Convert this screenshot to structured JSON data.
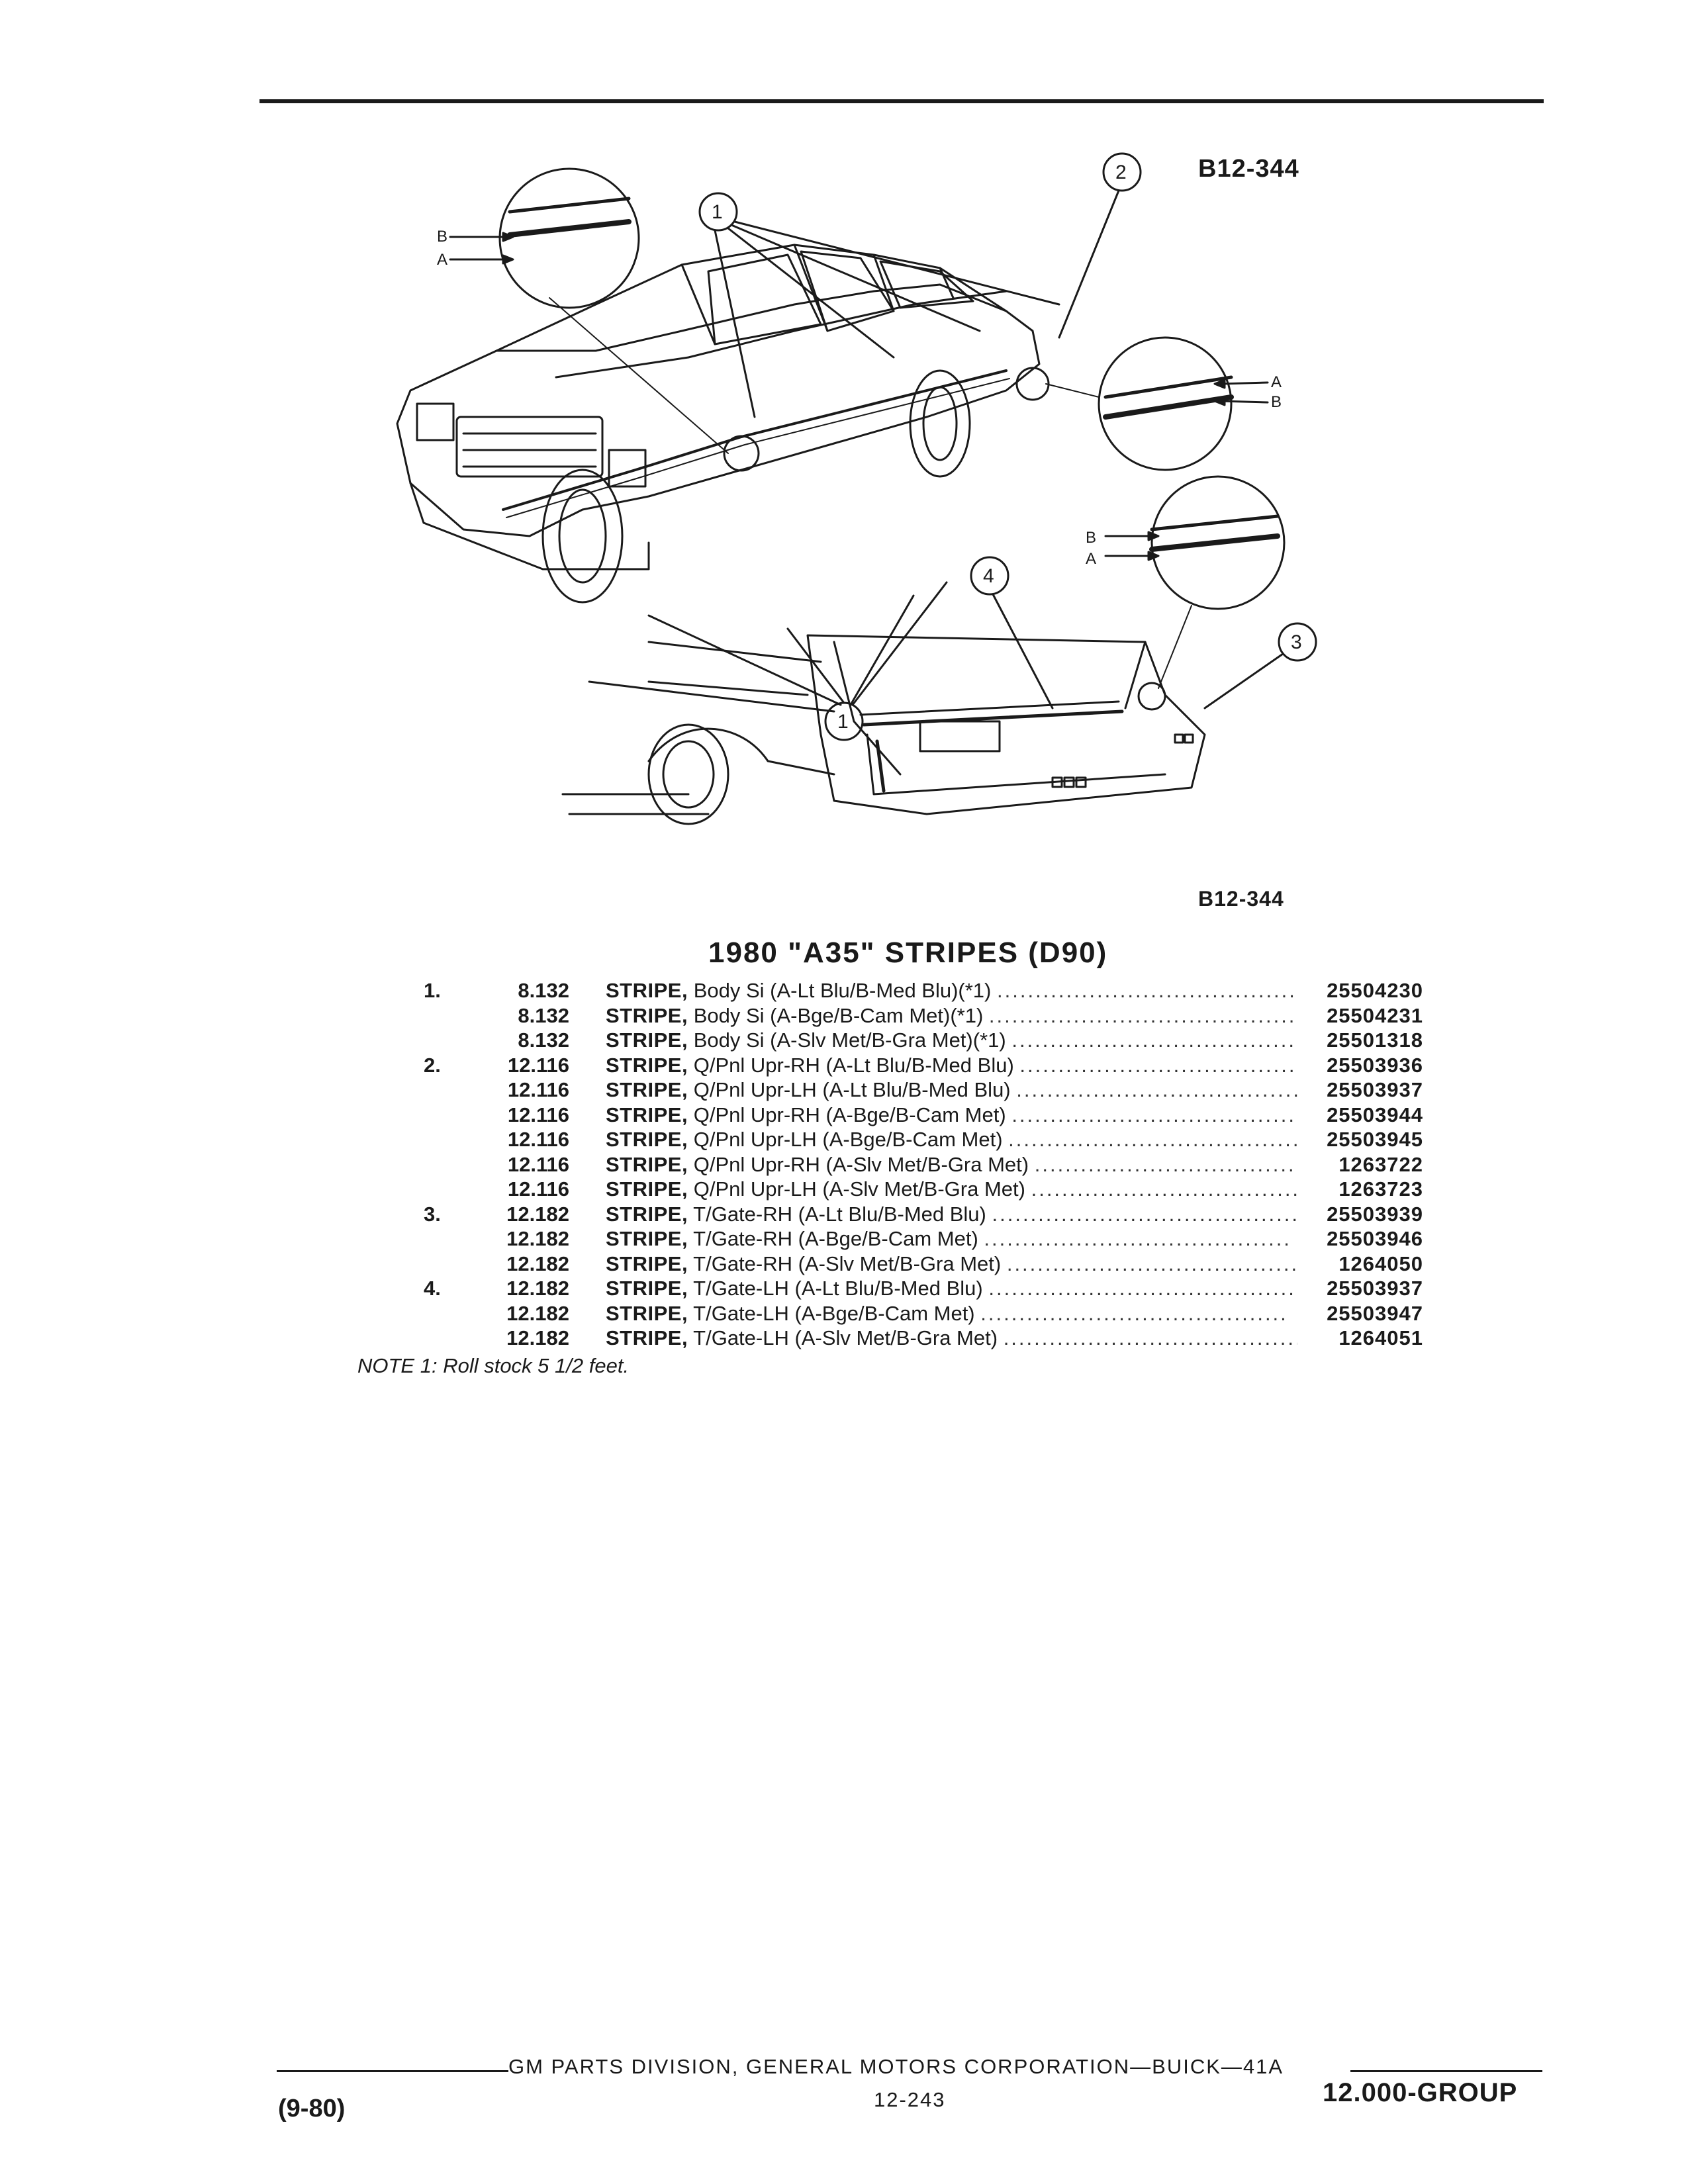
{
  "figure": {
    "code_top": "B12-344",
    "code_bottom": "B12-344",
    "callouts": [
      "1",
      "2",
      "3",
      "4"
    ],
    "detail_letters": [
      "A",
      "B"
    ]
  },
  "section_title": "1980 \"A35\" STRIPES (D90)",
  "parts": [
    {
      "item": "1.",
      "group": "8.132",
      "name": "STRIPE,",
      "description": "Body Si (A-Lt Blu/B-Med Blu)(*1)",
      "part_no": "25504230"
    },
    {
      "item": "",
      "group": "8.132",
      "name": "STRIPE,",
      "description": "Body Si (A-Bge/B-Cam Met)(*1)",
      "part_no": "25504231"
    },
    {
      "item": "",
      "group": "8.132",
      "name": "STRIPE,",
      "description": "Body Si (A-Slv Met/B-Gra Met)(*1)",
      "part_no": "25501318"
    },
    {
      "item": "2.",
      "group": "12.116",
      "name": "STRIPE,",
      "description": "Q/Pnl Upr-RH (A-Lt Blu/B-Med Blu)",
      "part_no": "25503936"
    },
    {
      "item": "",
      "group": "12.116",
      "name": "STRIPE,",
      "description": "Q/Pnl Upr-LH (A-Lt Blu/B-Med Blu)",
      "part_no": "25503937"
    },
    {
      "item": "",
      "group": "12.116",
      "name": "STRIPE,",
      "description": "Q/Pnl Upr-RH (A-Bge/B-Cam Met)",
      "part_no": "25503944"
    },
    {
      "item": "",
      "group": "12.116",
      "name": "STRIPE,",
      "description": "Q/Pnl Upr-LH (A-Bge/B-Cam Met)",
      "part_no": "25503945"
    },
    {
      "item": "",
      "group": "12.116",
      "name": "STRIPE,",
      "description": "Q/Pnl Upr-RH (A-Slv Met/B-Gra Met)",
      "part_no": "1263722"
    },
    {
      "item": "",
      "group": "12.116",
      "name": "STRIPE,",
      "description": "Q/Pnl Upr-LH (A-Slv Met/B-Gra Met)",
      "part_no": "1263723"
    },
    {
      "item": "3.",
      "group": "12.182",
      "name": "STRIPE,",
      "description": "T/Gate-RH (A-Lt Blu/B-Med Blu)",
      "part_no": "25503939"
    },
    {
      "item": "",
      "group": "12.182",
      "name": "STRIPE,",
      "description": "T/Gate-RH (A-Bge/B-Cam Met)",
      "part_no": "25503946"
    },
    {
      "item": "",
      "group": "12.182",
      "name": "STRIPE,",
      "description": "T/Gate-RH (A-Slv Met/B-Gra Met)",
      "part_no": "1264050"
    },
    {
      "item": "4.",
      "group": "12.182",
      "name": "STRIPE,",
      "description": "T/Gate-LH (A-Lt Blu/B-Med Blu)",
      "part_no": "25503937"
    },
    {
      "item": "",
      "group": "12.182",
      "name": "STRIPE,",
      "description": "T/Gate-LH (A-Bge/B-Cam Met)",
      "part_no": "25503947"
    },
    {
      "item": "",
      "group": "12.182",
      "name": "STRIPE,",
      "description": "T/Gate-LH (A-Slv Met/B-Gra Met)",
      "part_no": "1264051"
    }
  ],
  "note": "NOTE 1: Roll stock 5 1/2 feet.",
  "footer": {
    "publisher": "GM PARTS DIVISION, GENERAL MOTORS CORPORATION—BUICK—41A",
    "page_number": "12-243",
    "date": "(9-80)",
    "group": "12.000-GROUP"
  },
  "colors": {
    "ink": "#1a1a1a",
    "paper": "#ffffff"
  }
}
